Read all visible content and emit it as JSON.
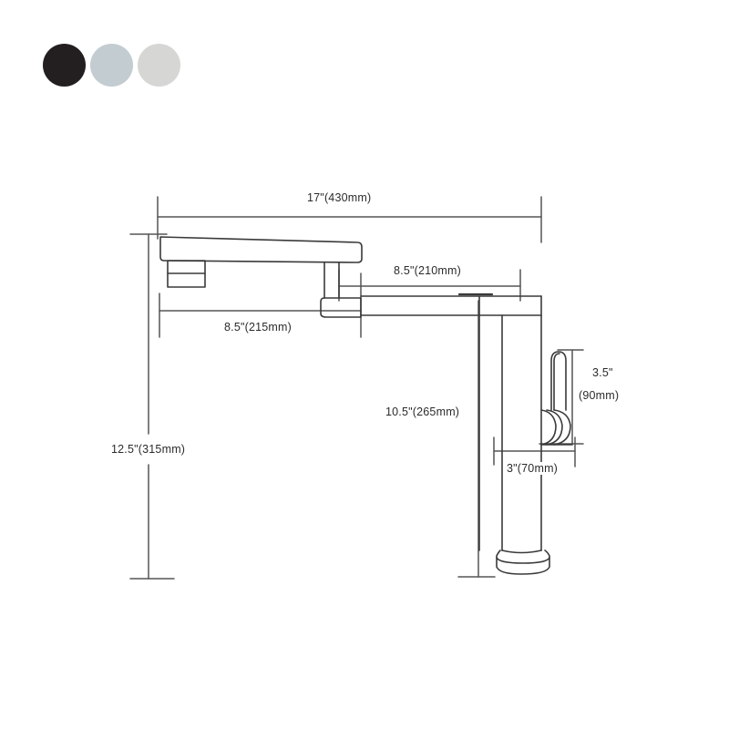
{
  "color_options": [
    {
      "name": "black",
      "color": "#231f20"
    },
    {
      "name": "light-blue-gray",
      "color": "#c3ccd1"
    },
    {
      "name": "light-gray",
      "color": "#d6d6d4"
    }
  ],
  "dimensions": {
    "overall_length": "17\"(430mm)",
    "front_arm_length": "8.5\"(215mm)",
    "rear_arm_length": "8.5\"(210mm)",
    "overall_height": "12.5\"(315mm)",
    "body_height": "10.5\"(265mm)",
    "handle_height_line1": "3.5\"",
    "handle_height_line2": "(90mm)",
    "handle_depth": "3\"(70mm)"
  },
  "colors": {
    "line": "#3a3a3a",
    "dim_line": "#555555",
    "text": "#2b2b2b"
  }
}
